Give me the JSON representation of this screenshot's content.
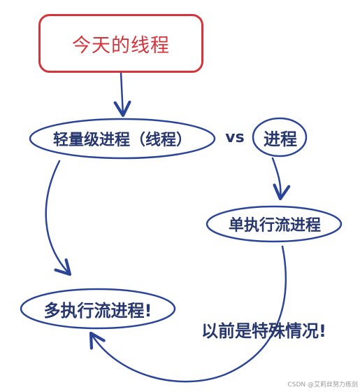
{
  "title": "今天的线程",
  "nodes": {
    "lightweight": "轻量级进程（线程）",
    "process": "进程",
    "single": "单执行流进程",
    "multi": "多执行流进程!"
  },
  "vs": "vs",
  "note": "以前是特殊情况!",
  "watermark": "CSDN @艾莉丝努力练剑",
  "colors": {
    "title": "#d6333a",
    "ink": "#26366f",
    "stroke": "#2a4598"
  }
}
